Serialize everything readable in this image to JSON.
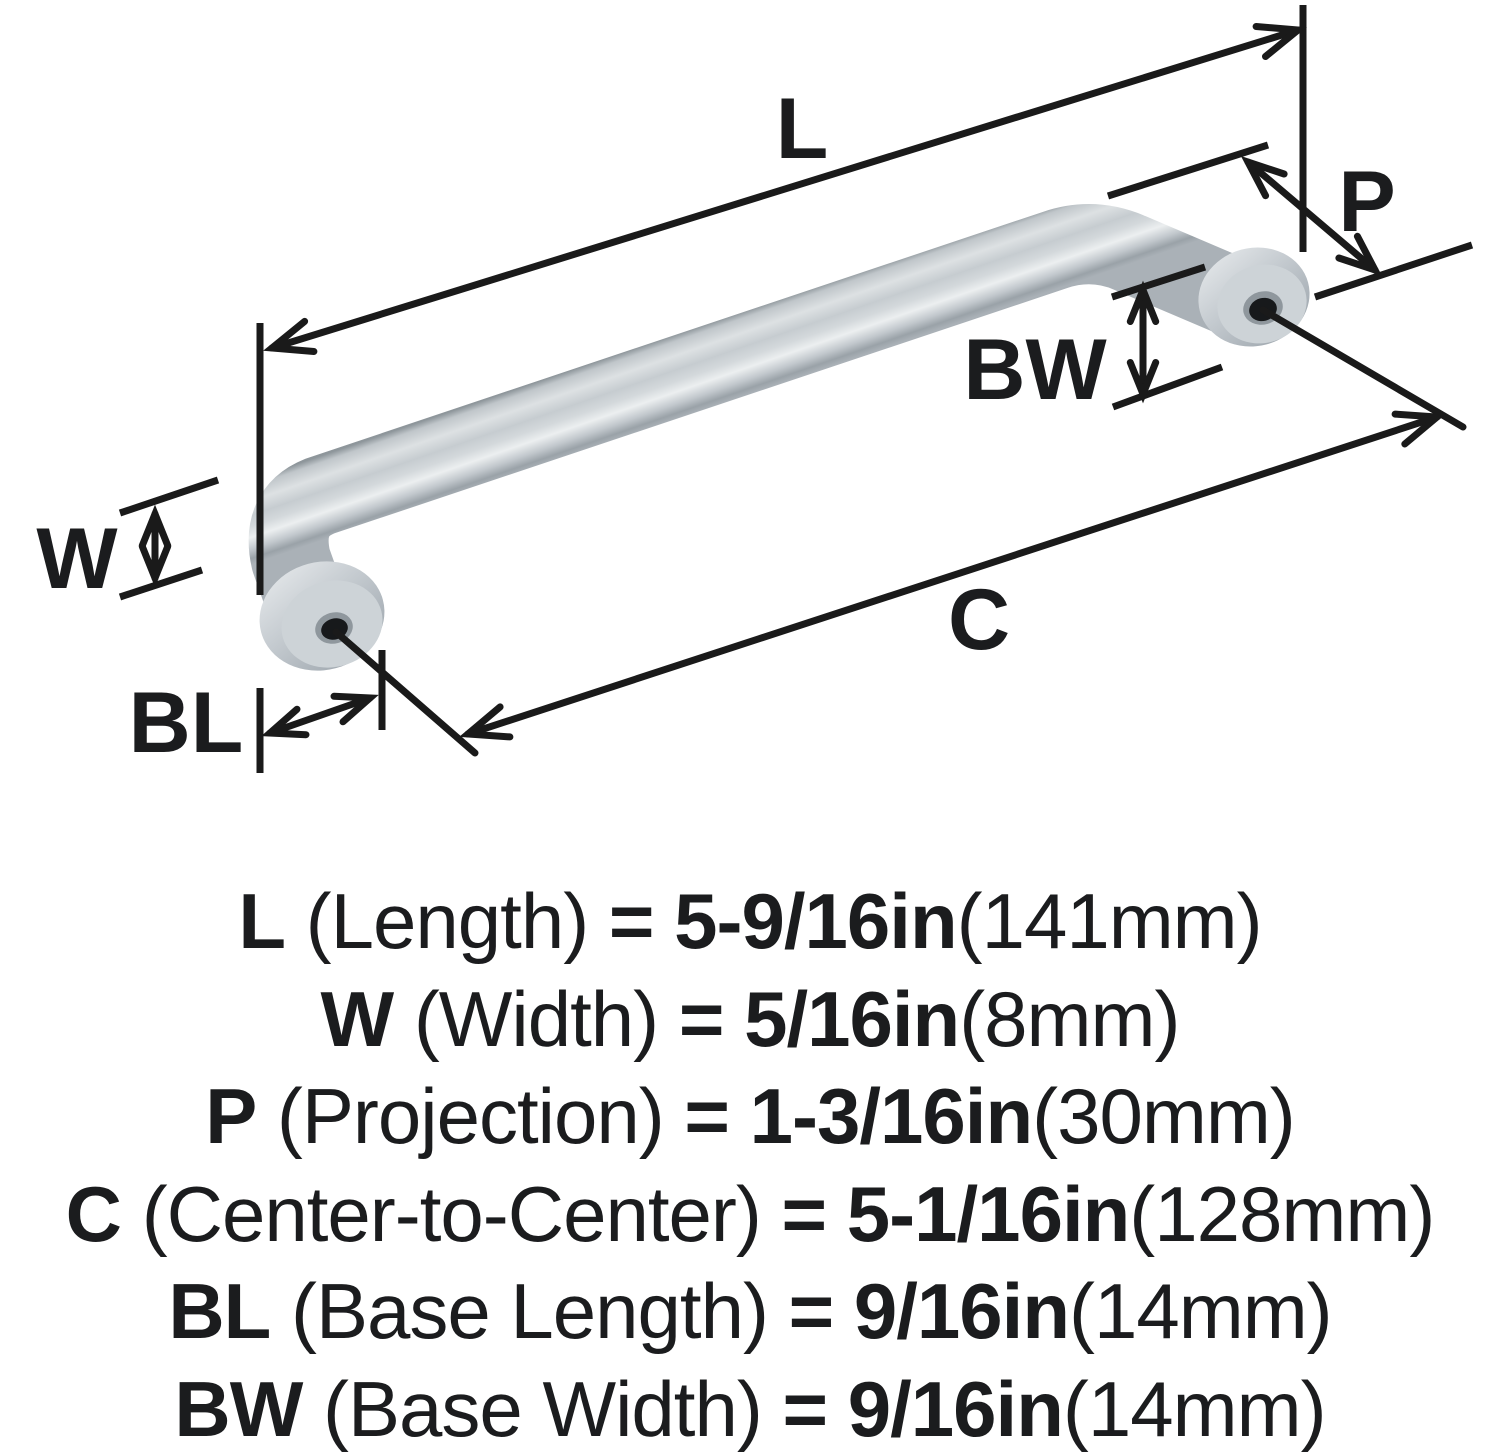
{
  "colors": {
    "line": "#1a1a1a",
    "text": "#1b1c1e",
    "metal_highlight": "#eceff0",
    "metal_shadow": "#8e969b"
  },
  "diagram_labels": {
    "L": "L",
    "W": "W",
    "P": "P",
    "C": "C",
    "BL": "BL",
    "BW": "BW"
  },
  "specs": [
    {
      "abbr": "L",
      "name": "(Length)",
      "equals": "=",
      "value": "5-9/16in",
      "metric": "(141mm)"
    },
    {
      "abbr": "W",
      "name": "(Width)",
      "equals": "=",
      "value": "5/16in",
      "metric": "(8mm)"
    },
    {
      "abbr": "P",
      "name": "(Projection)",
      "equals": "=",
      "value": "1-3/16in",
      "metric": "(30mm)"
    },
    {
      "abbr": "C",
      "name": "(Center-to-Center)",
      "equals": "=",
      "value": "5-1/16in",
      "metric": "(128mm)"
    },
    {
      "abbr": "BL",
      "name": "(Base Length)",
      "equals": "=",
      "value": "9/16in",
      "metric": "(14mm)"
    },
    {
      "abbr": "BW",
      "name": "(Base Width)",
      "equals": "=",
      "value": "9/16in",
      "metric": "(14mm)"
    }
  ]
}
